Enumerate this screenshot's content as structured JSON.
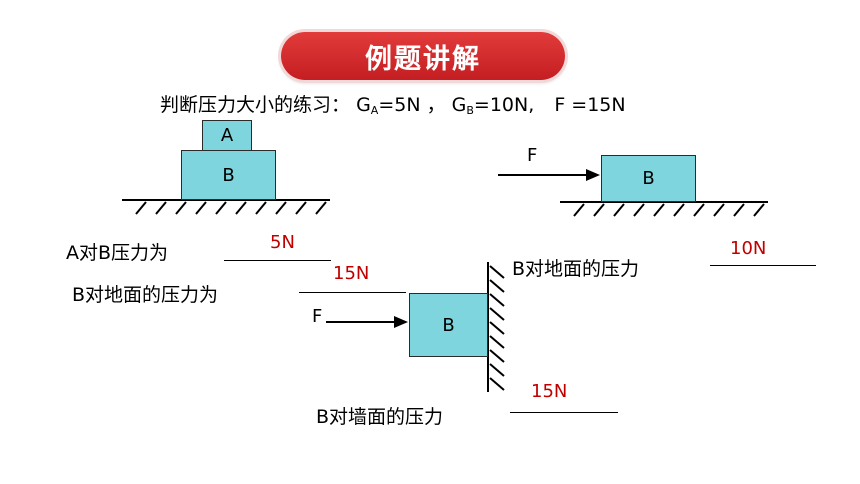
{
  "title": "例题讲解",
  "question": {
    "prefix": "判断压力大小的练习：",
    "ga_g": "G",
    "ga_sub": "A",
    "ga_val": "=5N ，",
    "gb_g": "G",
    "gb_sub": "B",
    "gb_val": "=10N,",
    "f_val": "F =15N"
  },
  "diagram1": {
    "block_a": "A",
    "block_b": "B"
  },
  "diagram2": {
    "force": "F",
    "block_b": "B"
  },
  "diagram3": {
    "force": "F",
    "block_b": "B"
  },
  "items": {
    "a_on_b_label": "A对B压力为",
    "a_on_b_answer": "5N",
    "b_on_ground1_label": "B对地面的压力为",
    "b_on_ground1_answer": "15N",
    "b_on_ground2_label": "B对地面的压力",
    "b_on_ground2_answer": "10N",
    "b_on_wall_label": "B对墙面的压力",
    "b_on_wall_answer": "15N"
  },
  "colors": {
    "title_bg": "#d42b2e",
    "block_fill": "#7fd5dd",
    "answer": "#c00000"
  }
}
